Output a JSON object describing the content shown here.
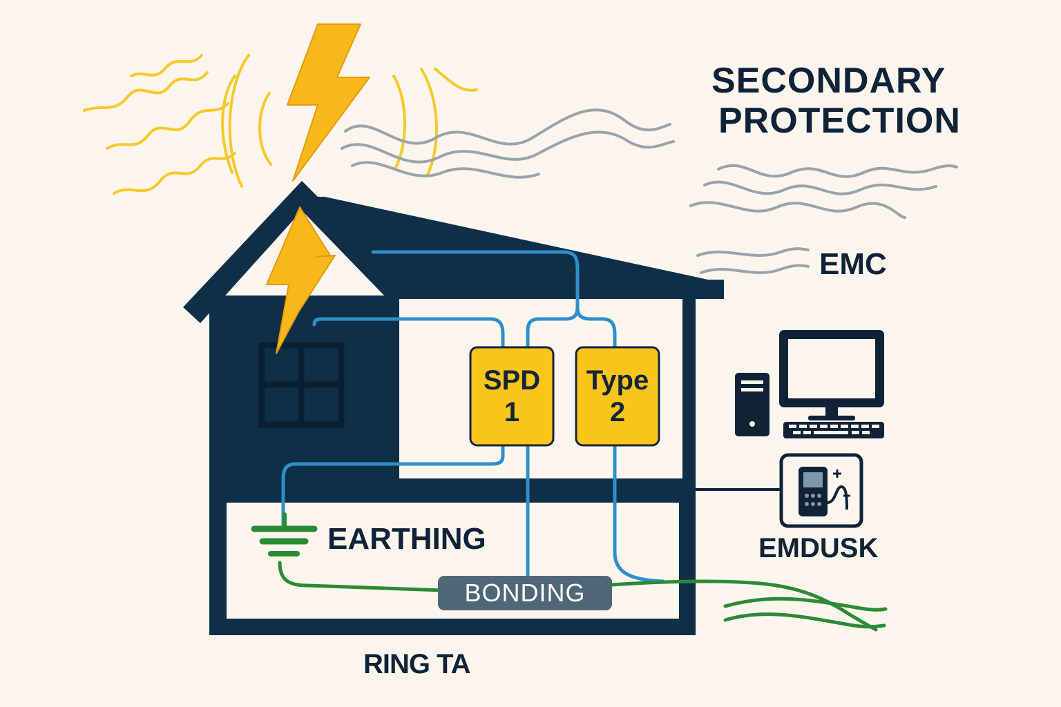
{
  "title": {
    "line1": "SECONDARY",
    "line2": "PROTECTION"
  },
  "labels": {
    "emc": "EMC",
    "earthing": "EARTHING",
    "bonding": "BONDING",
    "emdusk": "EMDUSK",
    "ring": "RING TA"
  },
  "devices": {
    "spd": {
      "line1": "SPD",
      "line2": "1"
    },
    "type2": {
      "line1": "Type",
      "line2": "2"
    }
  },
  "icons": [
    "lightning-bolt-icon",
    "computer-monitor-icon",
    "tower-pc-icon",
    "keyboard-icon",
    "measuring-device-icon",
    "earthing-icon"
  ],
  "colors": {
    "background": "#fbf5ee",
    "house": "#102f48",
    "wire_blue": "#2f8fca",
    "wire_green": "#2c8a35",
    "device_yellow": "#f9c51b",
    "lightning": "#f8b81a",
    "bonding_bar": "#4e6878",
    "emc_waves": "#9aa3aa",
    "text": "#0f2236"
  }
}
